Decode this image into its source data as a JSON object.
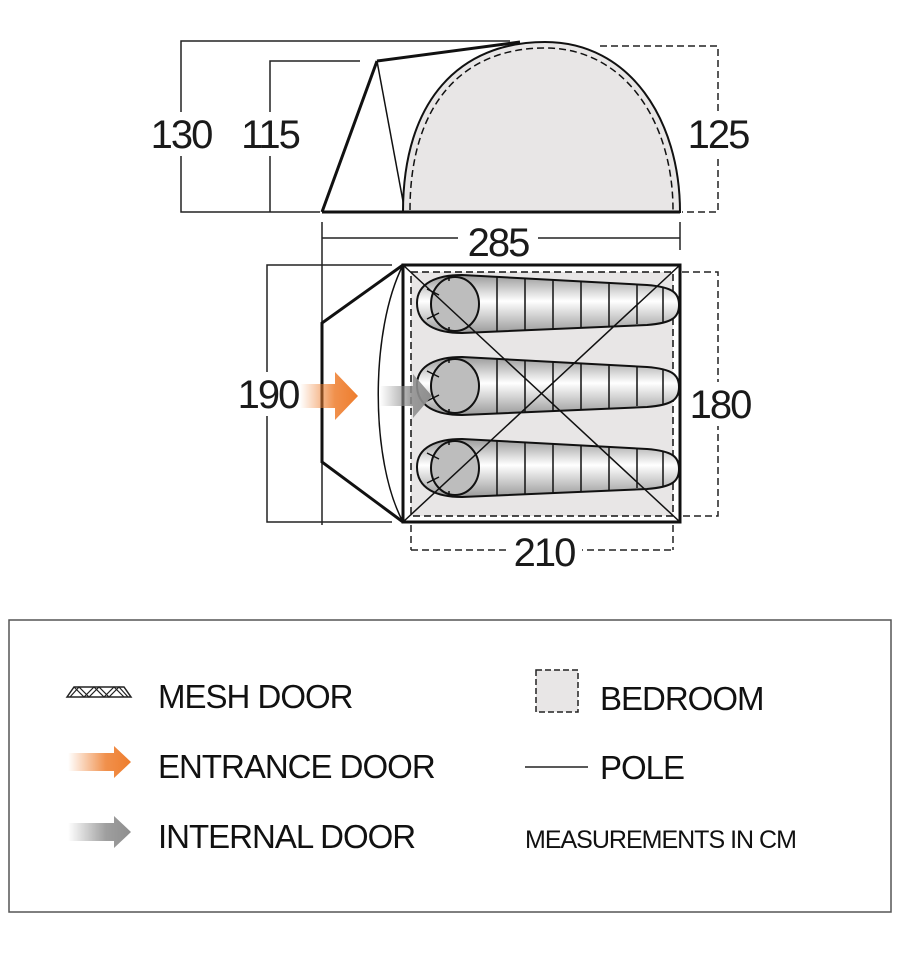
{
  "side_view": {
    "dimensions": {
      "total_height": "130",
      "porch_height": "115",
      "inner_height": "125",
      "total_length": "285"
    }
  },
  "floor_plan": {
    "dimensions": {
      "total_width": "190",
      "bedroom_width": "180",
      "bedroom_length": "210"
    },
    "sleeping_bags": 3
  },
  "legend": {
    "items": [
      {
        "icon": "mesh-door-icon",
        "label": "MESH DOOR"
      },
      {
        "icon": "entrance-door-arrow-icon",
        "label": "ENTRANCE DOOR",
        "color": "#ee7d2d"
      },
      {
        "icon": "internal-door-arrow-icon",
        "label": "INTERNAL DOOR",
        "color": "#8e8e8e"
      },
      {
        "icon": "bedroom-icon",
        "label": "BEDROOM",
        "color": "#e8e6e6"
      },
      {
        "icon": "pole-icon",
        "label": "POLE"
      }
    ],
    "note": "MEASUREMENTS IN CM"
  }
}
